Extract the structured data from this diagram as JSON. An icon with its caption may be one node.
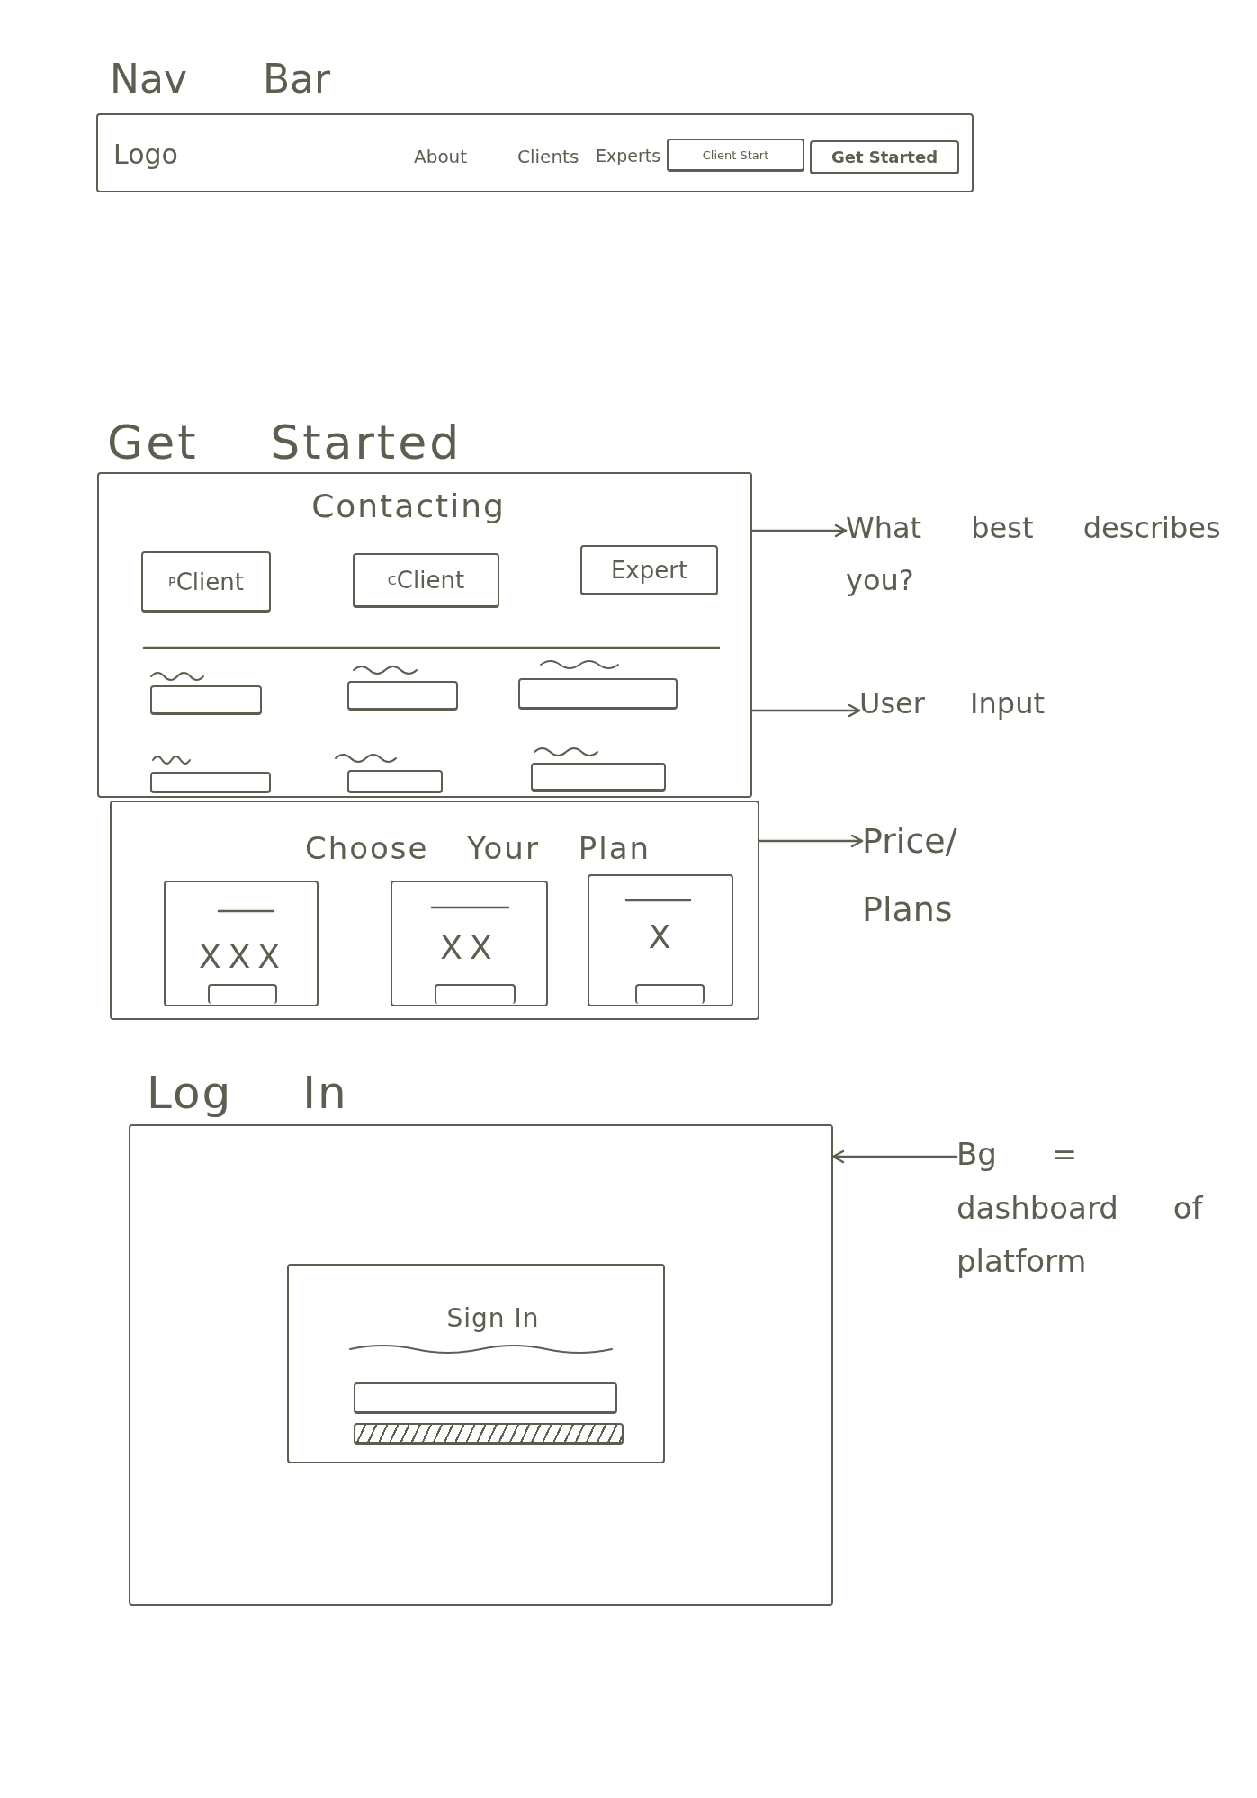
{
  "diagram": {
    "nodes": [
      {
        "text": [
          "Nav Bar",
          "Logo",
          "About",
          "Clients",
          "Experts"
        ]
      },
      {
        "text": [
          "Client Start"
        ],
        "in": 0
      },
      {
        "text": [
          "Get Started"
        ],
        "in": 0
      },
      {
        "text": [
          "Get Started",
          "Contacting"
        ]
      },
      {
        "text": [
          "$^{P}$Client"
        ],
        "in": 3
      },
      {
        "text": [
          "$^{C}$Client"
        ],
        "in": 3
      },
      {
        "text": [
          "Expert"
        ],
        "in": 3
      },
      {
        "text": [],
        "shape": "box",
        "in": 3
      },
      {
        "text": [],
        "shape": "box",
        "in": 3
      },
      {
        "text": [],
        "shape": "box",
        "in": 3
      },
      {
        "text": [],
        "shape": "box",
        "in": 3
      },
      {
        "text": [],
        "shape": "box",
        "in": 3
      },
      {
        "text": [],
        "shape": "box",
        "in": 3
      },
      {
        "text": [
          "What best describes you?"
        ]
      },
      {
        "text": [
          "User Input"
        ]
      },
      {
        "text": [
          "Choose Your Plan"
        ]
      },
      {
        "text": [
          "XXX"
        ],
        "in": 15
      },
      {
        "text": [],
        "shape": "box",
        "in": 16
      },
      {
        "text": [
          "XX"
        ],
        "in": 15
      },
      {
        "text": [],
        "shape": "box",
        "in": 18
      },
      {
        "text": [
          "X"
        ],
        "in": 15
      },
      {
        "text": [],
        "shape": "box",
        "in": 20
      },
      {
        "text": [
          "Price/ Plans"
        ]
      },
      {
        "text": [
          "Log In"
        ]
      },
      {
        "text": [
          "Sign In"
        ],
        "in": 23
      },
      {
        "text": [],
        "shape": "box",
        "in": 24
      },
      {
        "text": [],
        "shape": "box",
        "in": 24
      },
      {
        "text": [
          "Bg = dashboard of platform"
        ]
      }
    ],
    "edges": [
      {
        "from": 3,
        "to": 13,
        "arrow": "to"
      },
      {
        "from": 3,
        "to": 14,
        "arrow": "to"
      },
      {
        "from": 15,
        "to": 22,
        "arrow": "to"
      },
      {
        "from": 27,
        "to": 23,
        "arrow": "to"
      }
    ]
  }
}
